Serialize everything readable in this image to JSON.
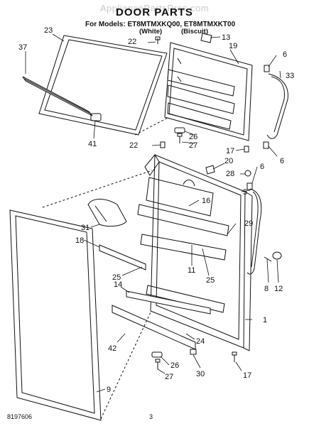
{
  "watermark": "AppliancePartsPros.com",
  "title": "DOOR PARTS",
  "models_label": "For Models: ET8MTMXKQ00, ET8MTMXKT00",
  "variant_white": "(White)",
  "variant_biscuit": "(Biscuit)",
  "footer_code": "8197606",
  "page_number": "3",
  "callouts": {
    "c23": "23",
    "c37": "37",
    "c41": "41",
    "c22a": "22",
    "c13": "13",
    "c19": "19",
    "c6a": "6",
    "c33": "33",
    "c26a": "26",
    "c27a": "27",
    "c22b": "22",
    "c17a": "17",
    "c6b": "6",
    "c20": "20",
    "c28": "28",
    "c6c": "6",
    "c5": "5",
    "c16": "16",
    "c31": "31",
    "c29": "29",
    "c18": "18",
    "c11": "11",
    "c25a": "25",
    "c25b": "25",
    "c8": "8",
    "c12": "12",
    "c14": "14",
    "c1": "1",
    "c42": "42",
    "c24": "24",
    "c26b": "26",
    "c27b": "27",
    "c30": "30",
    "c17b": "17",
    "c9": "9"
  }
}
